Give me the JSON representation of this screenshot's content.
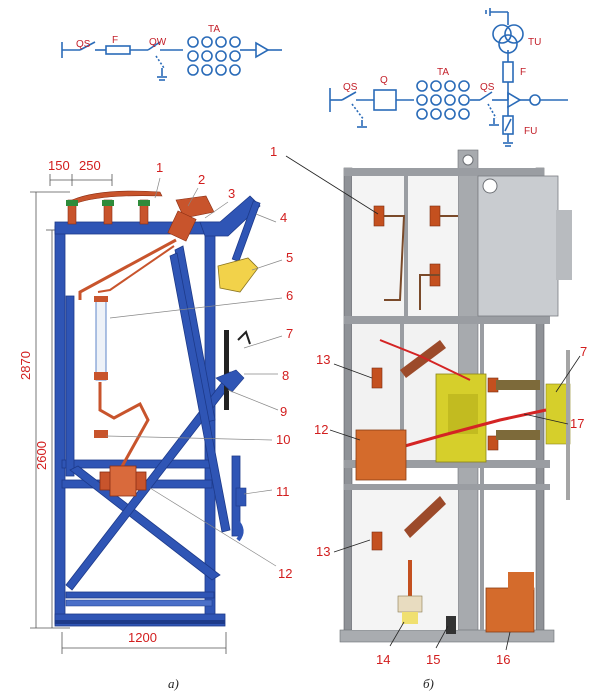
{
  "schematic_a": {
    "labels": [
      "QS",
      "F",
      "QW",
      "TA"
    ]
  },
  "schematic_b": {
    "labels": [
      "QS",
      "Q",
      "TA",
      "QS",
      "TU",
      "F",
      "FU"
    ]
  },
  "figure_a": {
    "caption": "а)",
    "dimensions": {
      "top_left": "150",
      "top_right": "250",
      "height_total": "2870",
      "height_inner": "2600",
      "width": "1200"
    },
    "callouts": [
      "1",
      "2",
      "3",
      "4",
      "5",
      "6",
      "7",
      "8",
      "9",
      "10",
      "11",
      "12"
    ]
  },
  "figure_b": {
    "caption": "б)",
    "callouts": [
      "1",
      "13",
      "12",
      "13",
      "7",
      "17",
      "14",
      "15",
      "16"
    ]
  },
  "colors": {
    "frame_blue": "#2f55b5",
    "schematic_blue": "#2a6bb8",
    "label_red": "#d21e1e",
    "bus_copper": "#c8542c"
  }
}
